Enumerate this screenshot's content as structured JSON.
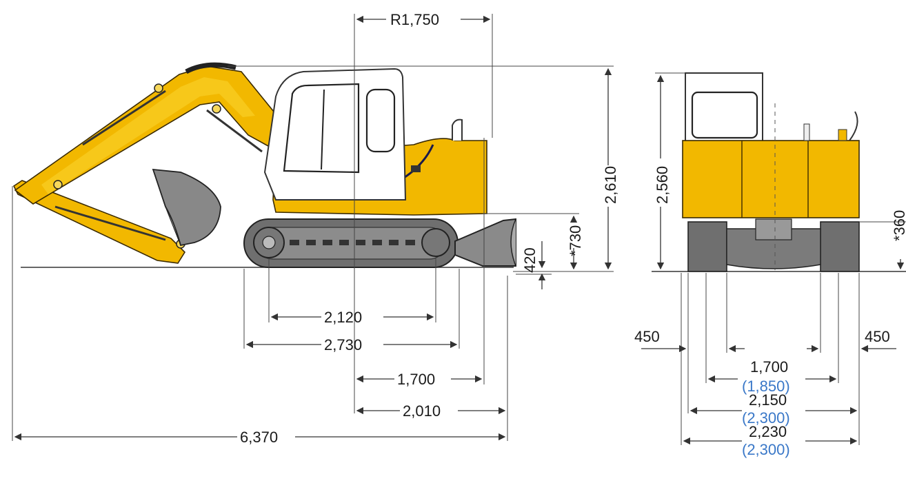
{
  "side_view": {
    "tail_radius": "R1,750",
    "overall_height": "2,610",
    "blade_height": "420",
    "blade_lift": "*730",
    "tumbler_distance": "2,120",
    "track_length": "2,730",
    "rear_to_center": "1,700",
    "blade_reach": "2,010",
    "overall_length": "6,370"
  },
  "front_view": {
    "cab_height": "2,560",
    "ground_clearance": "*360",
    "shoe_width_left": "450",
    "shoe_width_right": "450",
    "track_gauge": "1,700",
    "track_gauge_alt": "(1,850)",
    "overall_width": "2,150",
    "overall_width_alt": "(2,300)",
    "blade_width": "2,230",
    "blade_width_alt": "(2,300)"
  },
  "colors": {
    "machine_yellow": "#f2b800",
    "alt_value_blue": "#3a78c8",
    "track_grey": "#6f6f6f"
  }
}
